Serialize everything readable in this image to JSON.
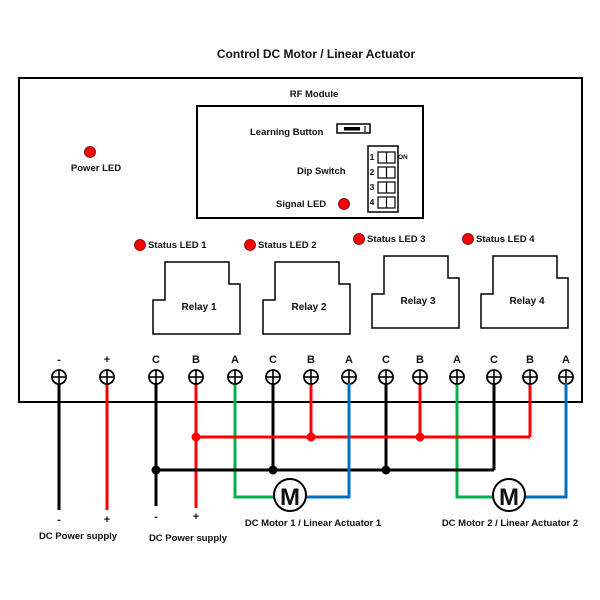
{
  "title": "Control DC Motor / Linear Actuator",
  "rf_module": {
    "label": "RF Module",
    "learning_button_label": "Learning Button",
    "dip_switch_label": "Dip Switch",
    "signal_led_label": "Signal LED",
    "dip_positions": [
      "1",
      "2",
      "3",
      "4"
    ],
    "dip_on_label": "ON"
  },
  "power_led_label": "Power LED",
  "relays": [
    {
      "led_label": "Status LED 1",
      "label": "Relay 1"
    },
    {
      "led_label": "Status LED 2",
      "label": "Relay 2"
    },
    {
      "led_label": "Status LED 3",
      "label": "Relay 3"
    },
    {
      "led_label": "Status LED 4",
      "label": "Relay 4"
    }
  ],
  "terminals": [
    {
      "label": "-",
      "wire": "black"
    },
    {
      "label": "+",
      "wire": "red"
    },
    {
      "label": "C",
      "wire": "black"
    },
    {
      "label": "B",
      "wire": "red"
    },
    {
      "label": "A",
      "wire": "green"
    },
    {
      "label": "C",
      "wire": "black"
    },
    {
      "label": "B",
      "wire": "red"
    },
    {
      "label": "A",
      "wire": "blue"
    },
    {
      "label": "C",
      "wire": "black"
    },
    {
      "label": "B",
      "wire": "red"
    },
    {
      "label": "A",
      "wire": "green"
    },
    {
      "label": "C",
      "wire": "black"
    },
    {
      "label": "B",
      "wire": "red"
    },
    {
      "label": "A",
      "wire": "blue"
    }
  ],
  "power_supplies": [
    {
      "minus": "-",
      "plus": "+",
      "label": "DC Power supply"
    },
    {
      "minus": "-",
      "plus": "+",
      "label": "DC Power supply"
    }
  ],
  "motors": [
    {
      "symbol": "M",
      "label": "DC Motor 1 / Linear Actuator 1"
    },
    {
      "symbol": "M",
      "label": "DC Motor 2 / Linear Actuator 2"
    }
  ],
  "colors": {
    "black": "#000000",
    "red": "#ff0000",
    "green": "#00b050",
    "blue": "#0070c0",
    "led": "#ff0000"
  }
}
